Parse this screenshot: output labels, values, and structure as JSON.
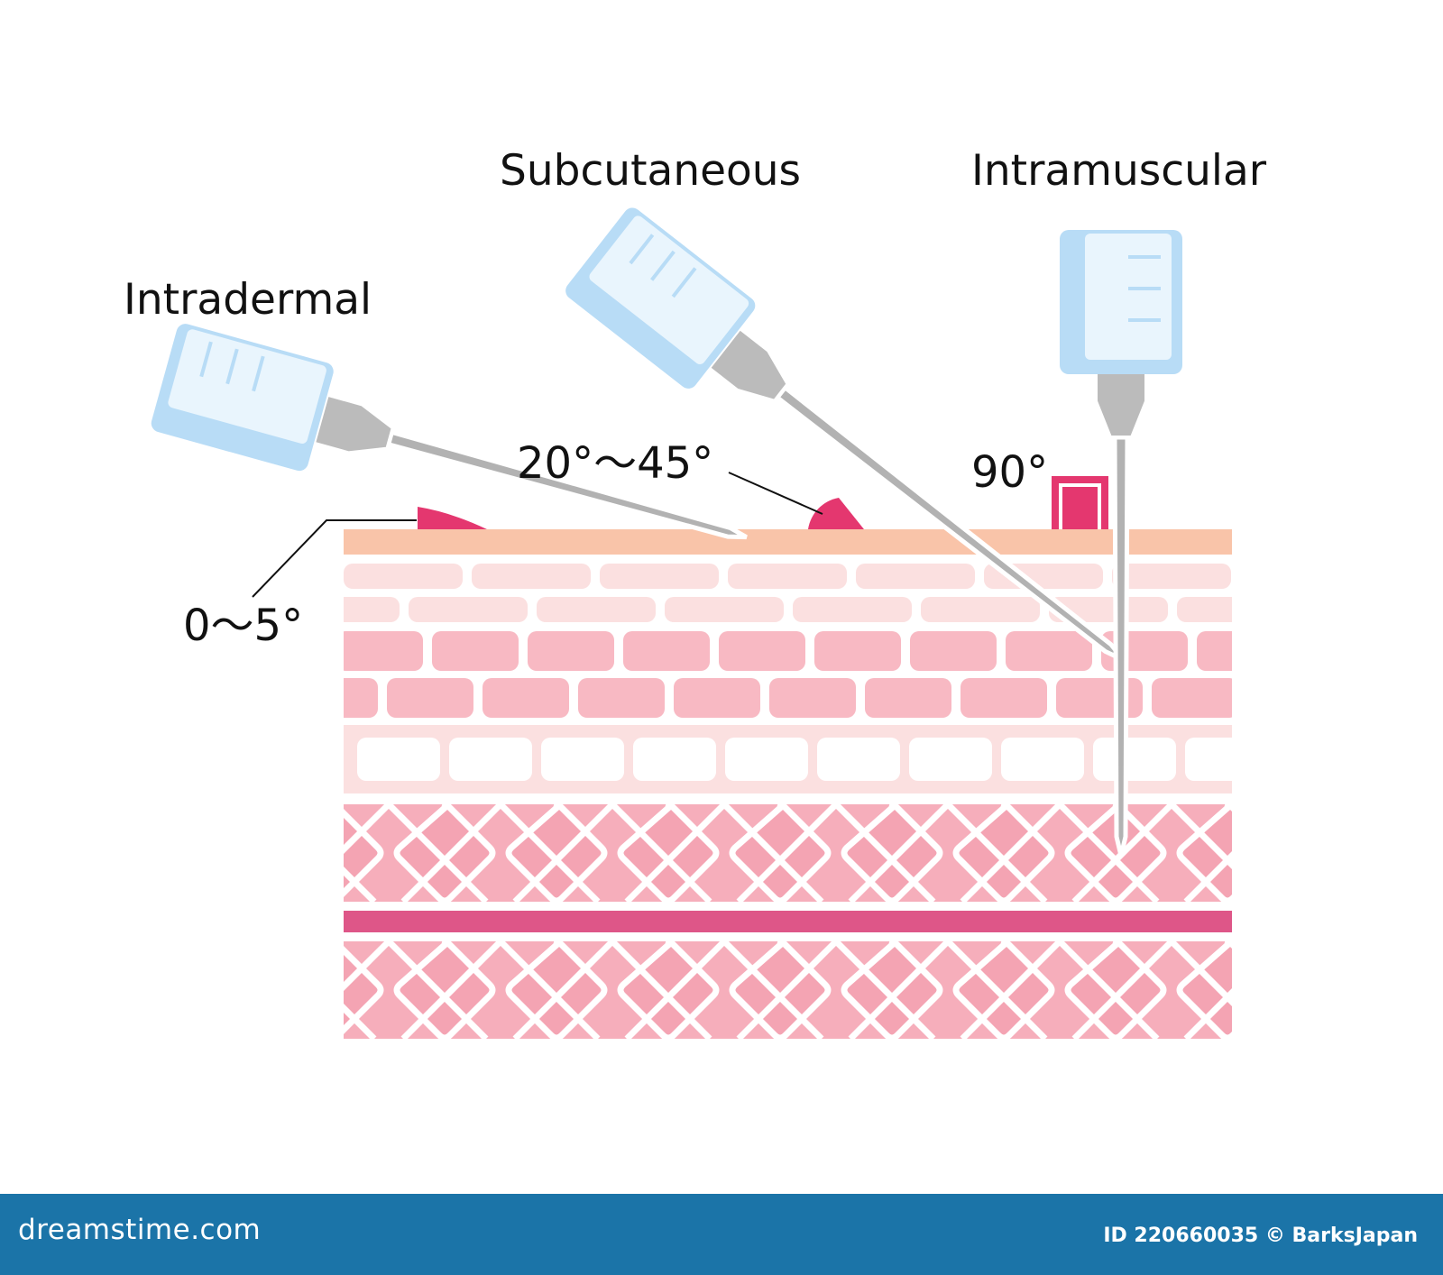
{
  "labels": {
    "intradermal": "Intradermal",
    "subcutaneous": "Subcutaneous",
    "intramuscular": "Intramuscular"
  },
  "angles": {
    "intradermal": "0〜5°",
    "subcutaneous": "20°〜45°",
    "intramuscular": "90°"
  },
  "footer": {
    "brand": "dreamstime.com",
    "credit": "ID 220660035 © BarksJapan"
  },
  "colors": {
    "epidermis": "#f9c4a9",
    "dermis_light": "#fbe0e0",
    "dermis": "#f8b9c3",
    "subcutis_fat": "#ffffff",
    "muscle": "#f6aebb",
    "fascia": "#de5688",
    "angle_marker": "#e4376f",
    "syringe_barrel": "#b8dcf6",
    "needle": "#b2b2b2",
    "footer_bar": "#1b74a8"
  }
}
